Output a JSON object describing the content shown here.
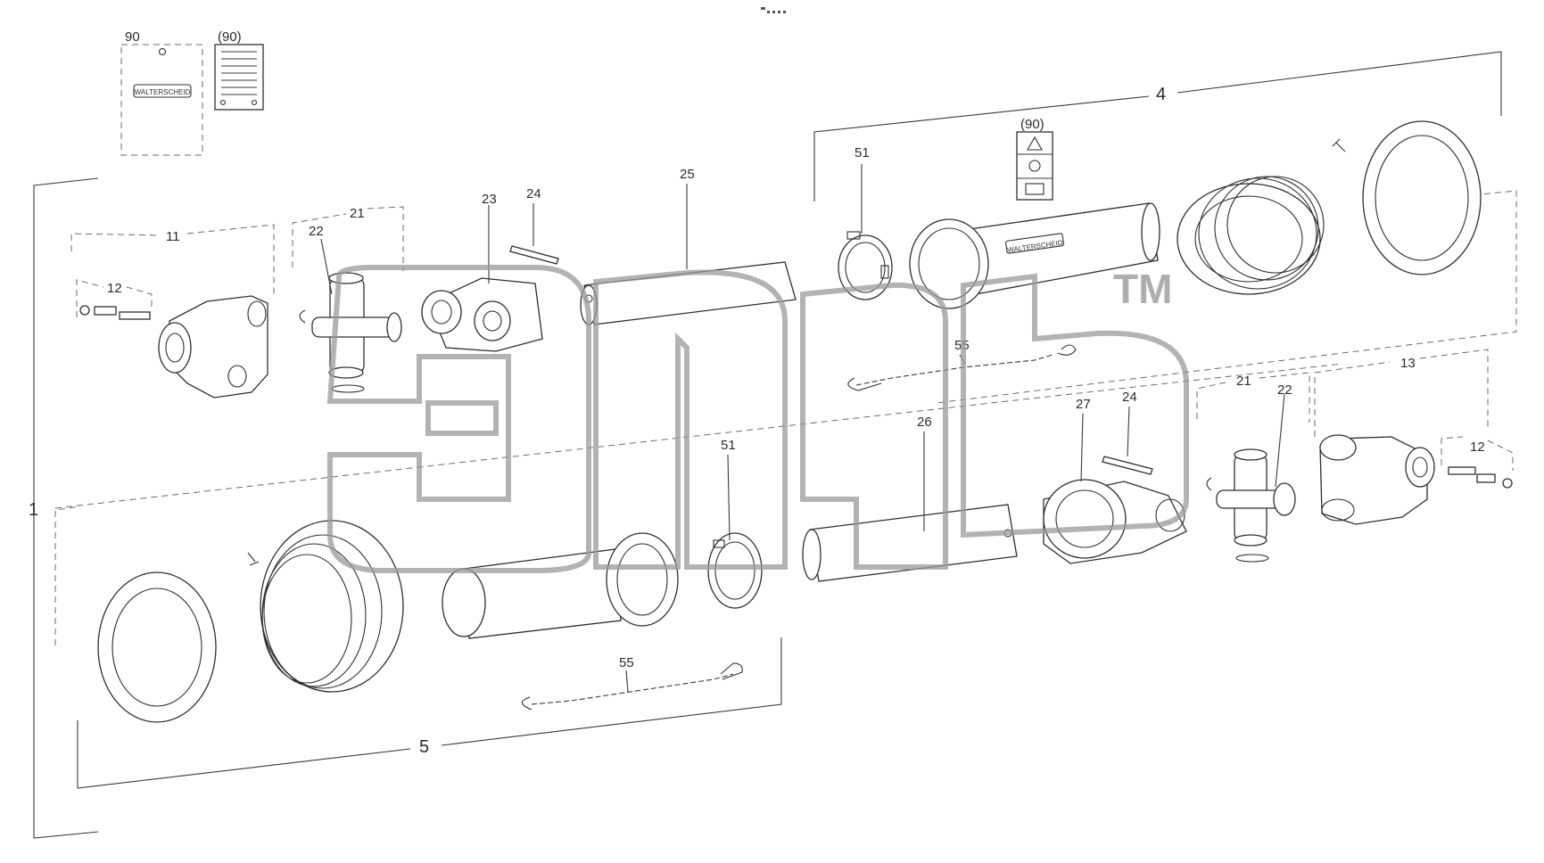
{
  "labels": {
    "l90_bag": "90",
    "l90_card": "(90)",
    "l90_sticker": "(90)",
    "l1": "1",
    "l4": "4",
    "l5": "5",
    "l11": "11",
    "l12_left": "12",
    "l12_right": "12",
    "l13": "13",
    "l21_left": "21",
    "l21_right": "21",
    "l22_left": "22",
    "l22_right": "22",
    "l23": "23",
    "l24_left": "24",
    "l24_right": "24",
    "l25": "25",
    "l26": "26",
    "l27": "27",
    "l51_top": "51",
    "l51_bottom": "51",
    "l55_top": "55",
    "l55_bottom": "55"
  },
  "branding": {
    "bag_brand": "WALTERSCHEID",
    "tube_brand": "WALTERSCHEID"
  },
  "watermark": {
    "tm": "TM"
  },
  "colors": {
    "line": "#2f2f2f",
    "watermark": "#9a9a9a",
    "background": "#ffffff"
  }
}
